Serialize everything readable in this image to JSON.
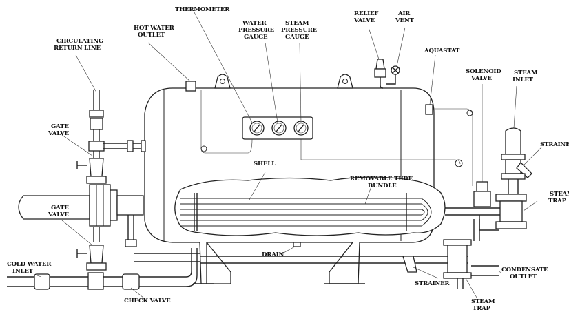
{
  "labels": {
    "thermometer": "THERMOMETER",
    "hot_water_outlet": [
      "HOT WATER",
      "OUTLET"
    ],
    "water_pressure_gauge": [
      "WATER",
      "PRESSURE",
      "GAUGE"
    ],
    "steam_pressure_gauge": [
      "STEAM",
      "PRESSURE",
      "GAUGE"
    ],
    "relief_valve": [
      "RELIEF",
      "VALVE"
    ],
    "air_vent": [
      "AIR",
      "VENT"
    ],
    "aquastat": "AQUASTAT",
    "circulating_return_line": [
      "CIRCULATING",
      "RETURN LINE"
    ],
    "solenoid_valve": [
      "SOLENOID",
      "VALVE"
    ],
    "steam_inlet": [
      "STEAM",
      "INLET"
    ],
    "gate_valve_upper": [
      "GATE",
      "VALVE"
    ],
    "strainer_right": "STRAINER",
    "shell": "SHELL",
    "removable_tube_bundle": [
      "REMOVABLE TUBE",
      "BUNDLE"
    ],
    "steam_trap_right": [
      "STEAM",
      "TRAP"
    ],
    "gate_valve_lower": [
      "GATE",
      "VALVE"
    ],
    "cold_water_inlet": [
      "COLD WATER",
      "INLET"
    ],
    "drain": "DRAIN",
    "condensate_outlet": [
      "CONDENSATE",
      "OUTLET"
    ],
    "strainer_bottom": "STRAINER",
    "check_valve": "CHECK VALVE",
    "steam_trap_bottom": [
      "STEAM",
      "TRAP"
    ]
  }
}
